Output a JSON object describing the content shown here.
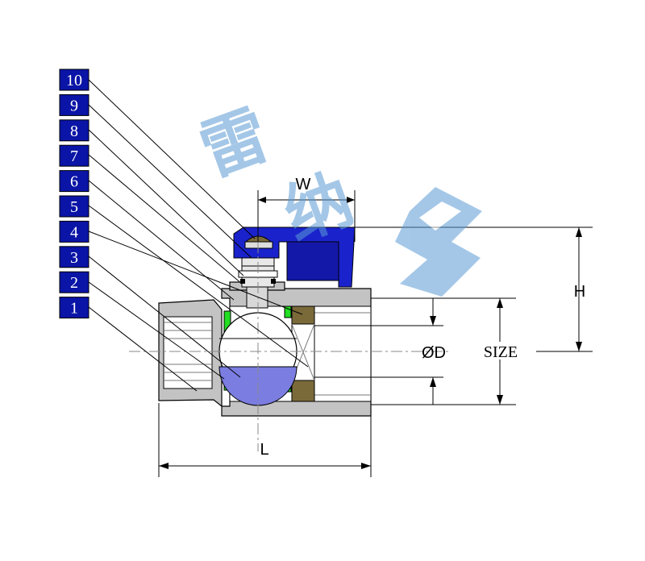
{
  "diagram": {
    "callouts": [
      "10",
      "9",
      "8",
      "7",
      "6",
      "5",
      "4",
      "3",
      "2",
      "1"
    ],
    "dimensions": {
      "width": "W",
      "height": "H",
      "length": "L",
      "bore": "ØD",
      "size": "SIZE"
    },
    "watermark": {
      "text": "雷纳",
      "logo": "swirl-logo"
    },
    "colors": {
      "callout_box": "#0a14a6",
      "handle": "#1a22cc",
      "ball": "#7b7de0",
      "seat": "#7a6a3a",
      "gasket": "#22dd22",
      "body": "#c3c3c3",
      "watermark": "#5b9bd5"
    }
  }
}
